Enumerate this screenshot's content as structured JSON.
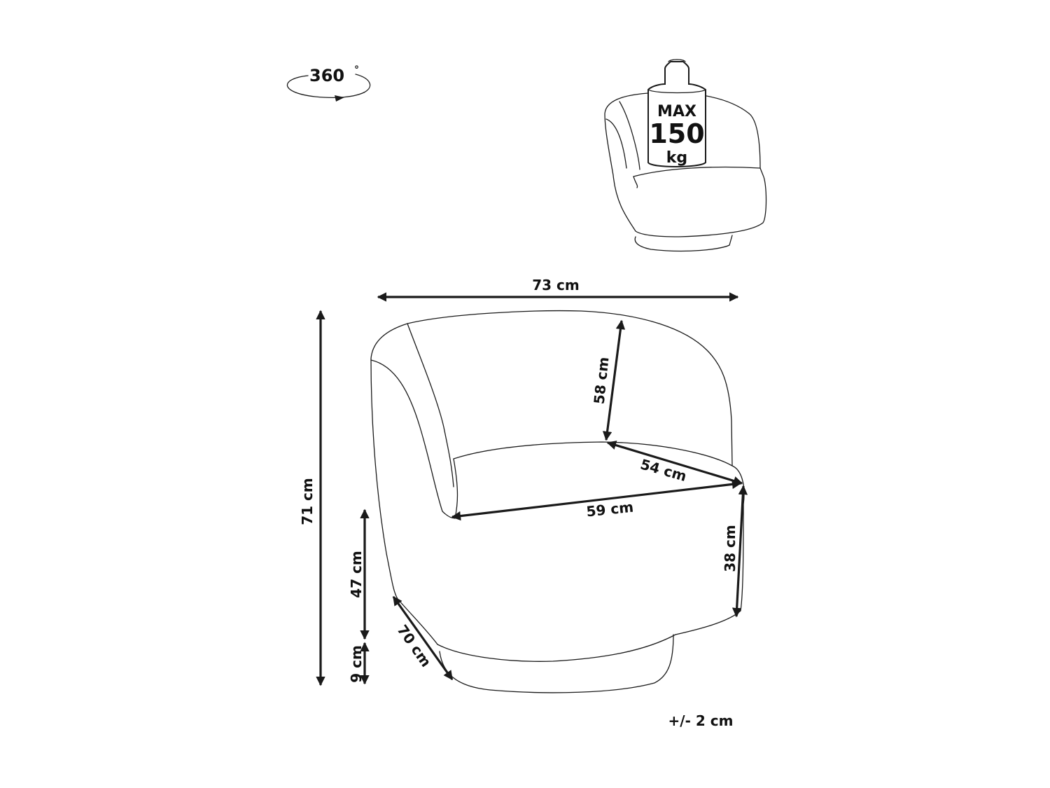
{
  "rotation_badge": {
    "label": "360",
    "degree_symbol": "°",
    "icon": "rotate-360-icon"
  },
  "max_load_badge": {
    "line1": "MAX",
    "line2": "150",
    "line3": "kg",
    "icon": "weight-on-chair-icon"
  },
  "dimensions": {
    "total_width": "73 cm",
    "backrest_height": "58 cm",
    "seat_depth": "54 cm",
    "seat_width": "59 cm",
    "seat_front_height": "38 cm",
    "total_height": "71 cm",
    "seat_height": "47 cm",
    "base_height": "9 cm",
    "total_depth": "70 cm"
  },
  "tolerance": "+/- 2 cm",
  "colors": {
    "line": "#1a1a1a",
    "background": "#ffffff"
  }
}
